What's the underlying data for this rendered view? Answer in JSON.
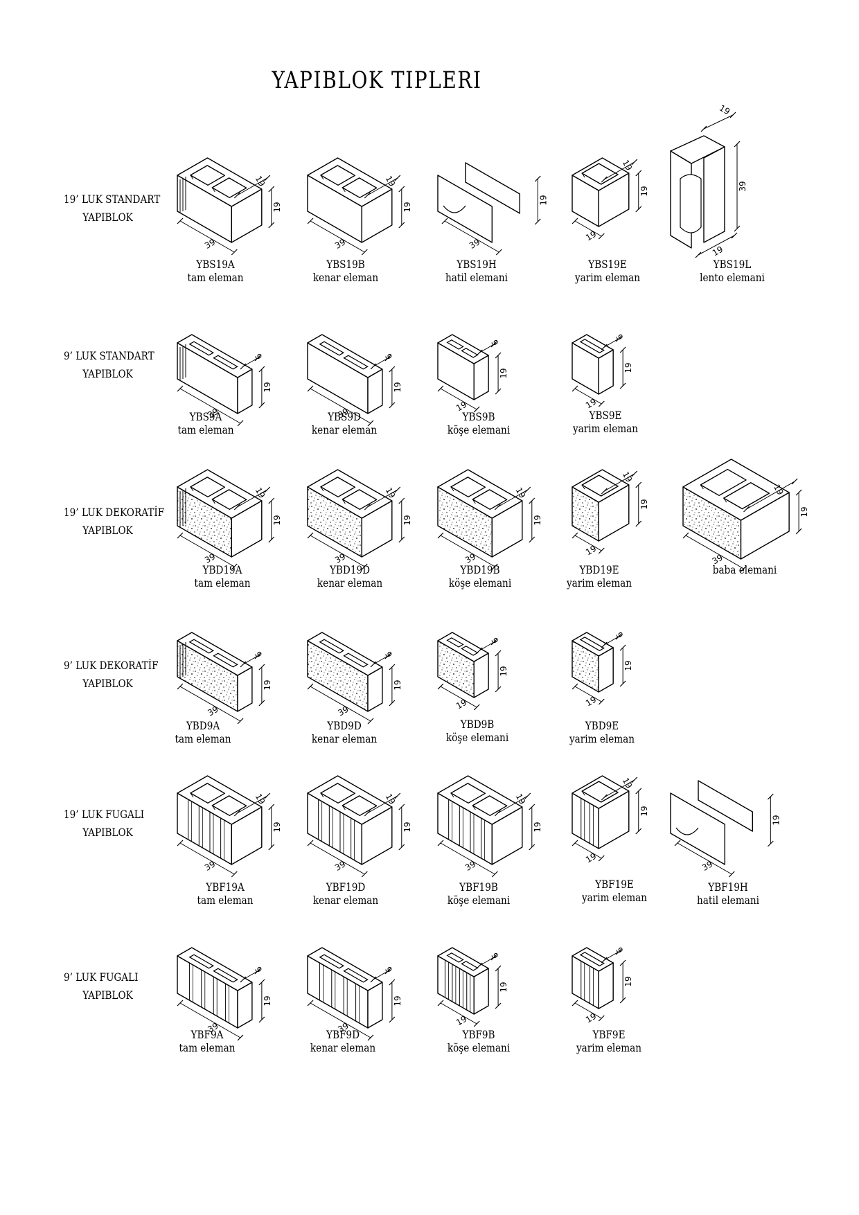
{
  "title": "YAPIBLOK TIPLERI",
  "rows": [
    {
      "label1": "19’ LUK STANDART",
      "label2": "YAPIBLOK",
      "items": [
        {
          "code": "YBS19A",
          "name": "tam eleman"
        },
        {
          "code": "YBS19B",
          "name": "kenar eleman"
        },
        {
          "code": "YBS19H",
          "name": "hatil elemani"
        },
        {
          "code": "YBS19E",
          "name": "yarim eleman"
        },
        {
          "code": "YBS19L",
          "name": "lento elemani"
        }
      ]
    },
    {
      "label1": "9’ LUK STANDART",
      "label2": "YAPIBLOK",
      "items": [
        {
          "code": "YBS9A",
          "name": "tam eleman"
        },
        {
          "code": "YBS9D",
          "name": "kenar eleman"
        },
        {
          "code": "YBS9B",
          "name": "köşe elemani"
        },
        {
          "code": "YBS9E",
          "name": "yarim eleman"
        }
      ]
    },
    {
      "label1": "19’ LUK DEKORATİF",
      "label2": "YAPIBLOK",
      "items": [
        {
          "code": "YBD19A",
          "name": "tam eleman"
        },
        {
          "code": "YBD19D",
          "name": "kenar eleman"
        },
        {
          "code": "YBD19B",
          "name": "köşe elemani"
        },
        {
          "code": "YBD19E",
          "name": "yarim eleman"
        },
        {
          "code": "",
          "name": "baba elemani"
        }
      ]
    },
    {
      "label1": "9’ LUK DEKORATİF",
      "label2": "YAPIBLOK",
      "items": [
        {
          "code": "YBD9A",
          "name": "tam eleman"
        },
        {
          "code": "YBD9D",
          "name": "kenar eleman"
        },
        {
          "code": "YBD9B",
          "name": "köşe elemani"
        },
        {
          "code": "YBD9E",
          "name": "yarim eleman"
        }
      ]
    },
    {
      "label1": "19’ LUK FUGALI",
      "label2": "YAPIBLOK",
      "items": [
        {
          "code": "YBF19A",
          "name": "tam eleman"
        },
        {
          "code": "YBF19D",
          "name": "kenar eleman"
        },
        {
          "code": "YBF19B",
          "name": "köşe elemani"
        },
        {
          "code": "YBF19E",
          "name": "yarim eleman"
        },
        {
          "code": "YBF19H",
          "name": "hatil elemani"
        }
      ]
    },
    {
      "label1": "9’ LUK FUGALI",
      "label2": "YAPIBLOK",
      "items": [
        {
          "code": "YBF9A",
          "name": "tam eleman"
        },
        {
          "code": "YBF9D",
          "name": "kenar eleman"
        },
        {
          "code": "YBF9B",
          "name": "köşe elemani"
        },
        {
          "code": "YBF9E",
          "name": "yarim eleman"
        }
      ]
    }
  ],
  "dimension_labels": {
    "d19": "19",
    "d39": "39",
    "d9": "9"
  }
}
